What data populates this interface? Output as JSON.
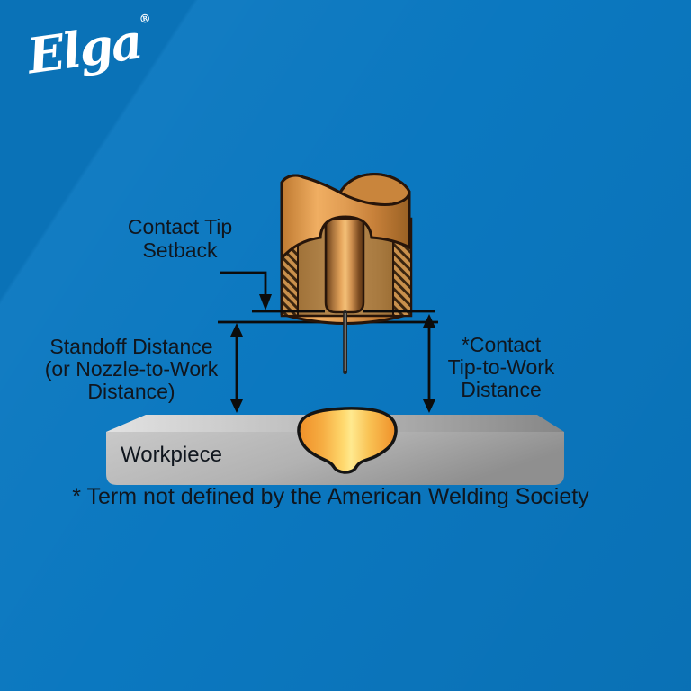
{
  "background": {
    "color": "#0b78c0"
  },
  "logo": {
    "text": "Elga",
    "registered_mark": "®",
    "color": "#ffffff"
  },
  "labels": {
    "contact_tip_setback": {
      "lines": [
        "Contact Tip",
        "Setback"
      ]
    },
    "standoff_distance": {
      "lines": [
        "Standoff Distance",
        "(or Nozzle-to-Work",
        "Distance)"
      ]
    },
    "contact_tip_to_work": {
      "lines": [
        "*Contact",
        "Tip-to-Work",
        "Distance"
      ]
    },
    "workpiece": {
      "text": "Workpiece"
    },
    "footnote": {
      "text": "* Term not defined by the American Welding Society"
    }
  },
  "diagram_colors": {
    "copper_light": "#f0ae62",
    "copper_mid": "#dd9a50",
    "copper_dark": "#9a6124",
    "nozzle_cavity": "#a87a40",
    "nozzle_opening": "#c9853c",
    "outline": "#27150a",
    "dimension_line": "#0c0c0c",
    "weld_pool_edge": "#ef8f28",
    "weld_pool_center": "#ffe98f",
    "workpiece_light": "#e0e0e0",
    "workpiece_dark": "#888888",
    "label_text": "#10161e"
  }
}
